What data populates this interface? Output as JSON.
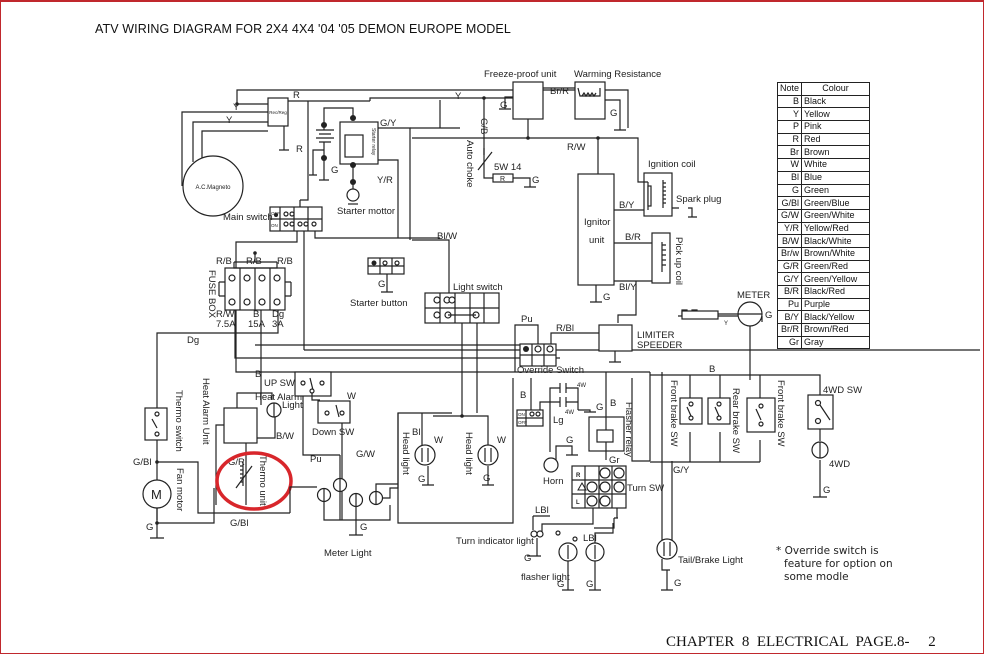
{
  "page": {
    "title": "ATV WIRING DIAGRAM FOR 2X4 4X4 '04 '05 DEMON EUROPE MODEL",
    "footer": "CHAPTER  8  ELECTRICAL  PAGE.8-     2",
    "footnote": [
      "Override switch is",
      "feature for option on",
      "some modle"
    ]
  },
  "legend": {
    "header": {
      "code": "Note",
      "name": "Colour"
    },
    "rows": [
      {
        "code": "B",
        "name": "Black"
      },
      {
        "code": "Y",
        "name": "Yellow"
      },
      {
        "code": "P",
        "name": "Pink"
      },
      {
        "code": "R",
        "name": "Red"
      },
      {
        "code": "Br",
        "name": "Brown"
      },
      {
        "code": "W",
        "name": "White"
      },
      {
        "code": "Bl",
        "name": "Blue"
      },
      {
        "code": "G",
        "name": "Green"
      },
      {
        "code": "G/Bl",
        "name": "Green/Blue"
      },
      {
        "code": "G/W",
        "name": "Green/White"
      },
      {
        "code": "Y/R",
        "name": "Yellow/Red"
      },
      {
        "code": "B/W",
        "name": "Black/White"
      },
      {
        "code": "Br/w",
        "name": "Brown/White"
      },
      {
        "code": "G/R",
        "name": "Green/Red"
      },
      {
        "code": "G/Y",
        "name": "Green/Yellow"
      },
      {
        "code": "B/R",
        "name": "Black/Red"
      },
      {
        "code": "Pu",
        "name": "Purple"
      },
      {
        "code": "B/Y",
        "name": "Black/Yellow"
      },
      {
        "code": "Br/R",
        "name": "Brown/Red"
      },
      {
        "code": "Gr",
        "name": "Gray"
      }
    ]
  },
  "components": {
    "magneto": "A.C.Magneto",
    "reg_rec": "Rec/Reg",
    "starter_relay": "Starter relay",
    "starter_motor": "Starter mottor",
    "main_switch": "Main switch",
    "main_switch_off": "OFF",
    "main_switch_on": "ON",
    "fuse_box": "FUSE BOX",
    "fuse_1": "7.5A",
    "fuse_2": "15A",
    "fuse_3": "3A",
    "starter_button": "Starter button",
    "freeze_proof": "Freeze-proof unit",
    "warming_resistance": "Warming Resistance",
    "auto_choke": "Auto choke",
    "resistor_rating": "5W 14",
    "resistor_label": "R",
    "ignitor": [
      "Ignitor",
      "unit"
    ],
    "ignition_coil": "Ignition coil",
    "spark_plug": "Spark plug",
    "pickup_coil": "Pick up coil",
    "limiter": [
      "LIMITER",
      "SPEEDER"
    ],
    "meter": "METER",
    "light_switch": "Light switch",
    "override_switch": "Override Switch",
    "thermo_switch": "Thermo switch",
    "fan_motor": "Fan motor",
    "fan_motor_symbol": "M",
    "heat_alarm_unit": "Heat Alarm Unit",
    "heat_alarm_light": [
      "Heat Alarm",
      "Light"
    ],
    "thermo_unit": "Thermo unit",
    "up_sw": "UP SW",
    "down_sw": "Down SW",
    "meter_light": "Meter Light",
    "head_light": "Head light",
    "horn": "Horn",
    "horn_switch_on": "ON",
    "horn_switch_off": "OFF",
    "flasher_relay": "Flasher relay",
    "turn_sw": "Turn SW",
    "turn_sw_r": "R",
    "turn_sw_l": "L",
    "turn_indicator": "Turn indicator light",
    "flasher_light": "flasher light",
    "tail_brake": "Tail/Brake Light",
    "front_brake_sw": "Front brake SW",
    "rear_brake_sw": "Rear brake SW",
    "front_brake_sw2": "Front brake SW",
    "four_wd_sw": "4WD SW",
    "four_wd": "4WD"
  },
  "wires": {
    "y1": "Y",
    "y2": "Y",
    "y3": "Y",
    "r1": "R",
    "r2": "R",
    "gy": "G/Y",
    "yr": "Y/R",
    "rb1": "R/B",
    "rb2": "R/B",
    "rb3": "R/B",
    "rw_fuse": "R/W",
    "b_fuse": "B",
    "dg_fuse": "Dg",
    "dg": "Dg",
    "blw": "Bl/W",
    "gb": "G/B",
    "brr": "Br/R",
    "rw": "R/W",
    "by": "B/Y",
    "br": "B/R",
    "bly": "Bl/Y",
    "pu_override": "Pu",
    "rbl": "R/Bl",
    "b_up": "B",
    "bw": "B/W",
    "w_down": "W",
    "gw": "G/W",
    "pu": "Pu",
    "gr_thermo": "G/R",
    "gbl_fan": "G/Bl",
    "gbl_bottom": "G/Bl",
    "bl_head": "Bl",
    "w_head1": "W",
    "w_head2": "W",
    "b_horn": "B",
    "lg": "Lg",
    "b_flasher": "B",
    "gr": "Gr",
    "lbl1": "LBl",
    "lbl2": "LBl",
    "b_brake": "B",
    "gy_brake": "G/Y",
    "y_meter": "Y",
    "cap_rating": "4W",
    "g": "G"
  },
  "annotations": {
    "highlight_color": "#d8262b",
    "highlight_target": "Thermo unit"
  }
}
